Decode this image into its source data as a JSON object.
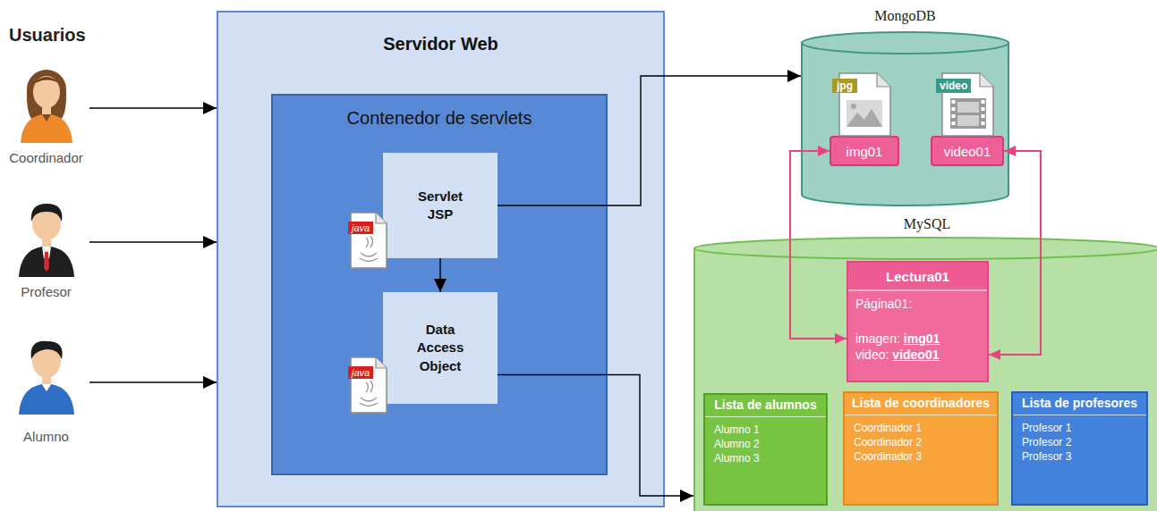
{
  "diagram": {
    "nodes": [
      {
        "text": [
          "Coordinador"
        ]
      },
      {
        "text": [
          "Profesor"
        ]
      },
      {
        "text": [
          "Alumno"
        ]
      },
      {
        "text": [
          "Servidor Web"
        ]
      },
      {
        "text": [
          "Contenedor de servlets"
        ],
        "in": 3
      },
      {
        "text": [
          "Servlet JSP"
        ],
        "in": 4
      },
      {
        "text": [
          "Data Access Object"
        ],
        "in": 4
      },
      {
        "text": [
          "MongoDB"
        ]
      },
      {
        "text": [
          "img01"
        ],
        "in": 7
      },
      {
        "text": [
          "video01"
        ],
        "in": 7
      },
      {
        "text": [
          "MySQL"
        ]
      },
      {
        "text": [
          "Lectura01",
          "Página01:",
          "imagen:",
          "img01",
          "video:",
          "video01"
        ],
        "in": 10
      },
      {
        "text": [
          "Lista de alumnos",
          "Alumno 1",
          "Alumno 2",
          "Alumno 3"
        ],
        "in": 10
      },
      {
        "text": [
          "Lista de coordinadores",
          "Coordinador 1",
          "Coordinador 2",
          "Coordinador 3"
        ],
        "in": 10
      },
      {
        "text": [
          "Lista de profesores",
          "Profesor 1",
          "Profesor 2",
          "Profesor 3"
        ],
        "in": 10
      }
    ],
    "edges": [
      {
        "from": 0,
        "to": 3,
        "arrow": "to"
      },
      {
        "from": 1,
        "to": 3,
        "arrow": "to"
      },
      {
        "from": 2,
        "to": 3,
        "arrow": "to"
      },
      {
        "from": 5,
        "to": 6,
        "arrow": "to"
      },
      {
        "from": 5,
        "to": 7,
        "arrow": "to"
      },
      {
        "from": 6,
        "to": 10,
        "arrow": "to"
      },
      {
        "from": 11,
        "to": 8,
        "arrow": "both"
      },
      {
        "from": 11,
        "to": 9,
        "arrow": "both"
      }
    ],
    "labels": [
      "Usuarios",
      "java",
      "java",
      "jpg",
      "video"
    ]
  }
}
